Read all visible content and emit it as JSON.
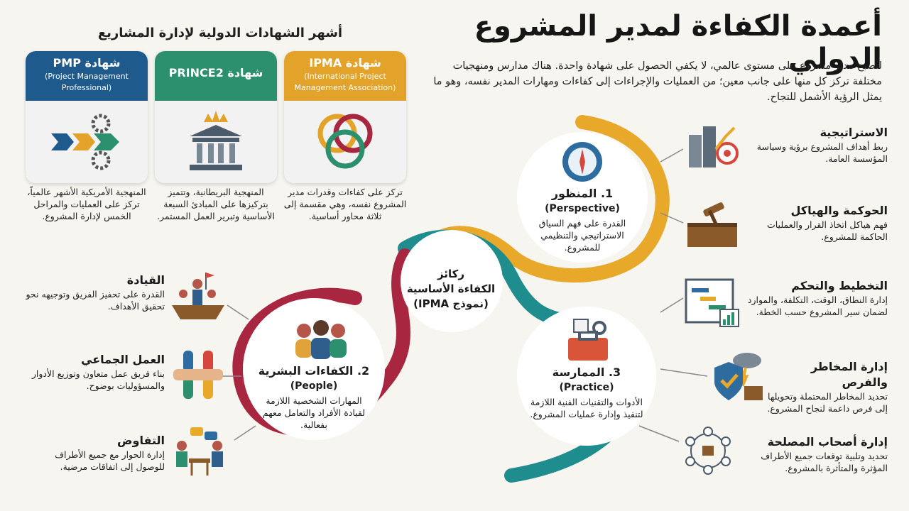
{
  "title": "أعمدة الكفاءة لمدير المشروع الدولي",
  "intro": "لتصبح مدير مشروع على مستوى عالمي، لا يكفي الحصول على شهادة واحدة. هناك مدارس ومنهجيات مختلفة تركز كل منها على جانب معين؛ من العمليات والإجراءات إلى كفاءات ومهارات المدير نفسه، وهو ما يمثل الرؤية الأشمل للنجاح.",
  "certifications": {
    "heading": "أشهر الشهادات الدولية لإدارة المشاريع",
    "items": [
      {
        "title": "شهادة IPMA",
        "subtitle": "(International Project Management Association)",
        "desc": "تركز على كفاءات وقدرات مدير المشروع نفسه، وهي مقسمة إلى ثلاثة محاور أساسية.",
        "icon": "rings-icon",
        "color": "#e3a32b"
      },
      {
        "title": "شهادة PRINCE2",
        "subtitle": "",
        "desc": "المنهجية البريطانية، وتتميز بتركيزها على المبادئ السبعة الأساسية وتبرير العمل المستمر.",
        "icon": "crown-building-icon",
        "color": "#2c8f6d"
      },
      {
        "title": "شهادة PMP",
        "subtitle": "(Project Management Professional)",
        "desc": "المنهجية الأمريكية الأشهر عالمياً، تركز على العمليات والمراحل الخمس لإدارة المشروع.",
        "icon": "gears-arrows-icon",
        "color": "#1f5a8d"
      }
    ]
  },
  "center": {
    "line1": "ركائز",
    "line2": "الكفاءة الأساسية",
    "line3": "(نموذج IPMA)"
  },
  "pillars": {
    "perspective": {
      "title": "1. المنظور",
      "en": "(Perspective)",
      "desc": "القدرة على فهم السياق الاستراتيجي والتنظيمي للمشروع.",
      "color": "#e8a82a"
    },
    "people": {
      "title": "2. الكفاءات البشرية",
      "en": "(People)",
      "desc": "المهارات الشخصية اللازمة لقيادة الأفراد والتعامل معهم بفعالية.",
      "color": "#a8263f"
    },
    "practice": {
      "title": "3. الممارسة",
      "en": "(Practice)",
      "desc": "الأدوات والتقنيات الفنية اللازمة لتنفيذ وإدارة عمليات المشروع.",
      "color": "#1f8d8e"
    }
  },
  "right_items": [
    {
      "title": "الاستراتيجية",
      "desc": "ربط أهداف المشروع برؤية وسياسة المؤسسة العامة.",
      "icon": "city-target-icon"
    },
    {
      "title": "الحوكمة والهياكل",
      "desc": "فهم هياكل اتخاذ القرار والعمليات الحاكمة للمشروع.",
      "icon": "gavel-court-icon"
    },
    {
      "title": "التخطيط والتحكم",
      "desc": "إدارة النطاق، الوقت، التكلفة، والموارد لضمان سير المشروع حسب الخطة.",
      "icon": "gantt-chart-icon"
    },
    {
      "title": "إدارة المخاطر والفرص",
      "desc": "تحديد المخاطر المحتملة وتحويلها إلى فرص داعمة لنجاح المشروع.",
      "icon": "shield-storm-icon"
    },
    {
      "title": "إدارة أصحاب المصلحة",
      "desc": "تحديد وتلبية توقعات جميع الأطراف المؤثرة والمتأثرة بالمشروع.",
      "icon": "stakeholders-network-icon"
    }
  ],
  "left_items": [
    {
      "title": "القيادة",
      "desc": "القدرة على تحفيز الفريق وتوجيهه نحو تحقيق الأهداف.",
      "icon": "boat-leader-icon"
    },
    {
      "title": "العمل الجماعي",
      "desc": "بناء فريق عمل متعاون وتوزيع الأدوار والمسؤوليات بوضوح.",
      "icon": "hands-team-icon"
    },
    {
      "title": "التفاوض",
      "desc": "إدارة الحوار مع جميع الأطراف للوصول إلى اتفاقات مرضية.",
      "icon": "negotiation-table-icon"
    }
  ]
}
